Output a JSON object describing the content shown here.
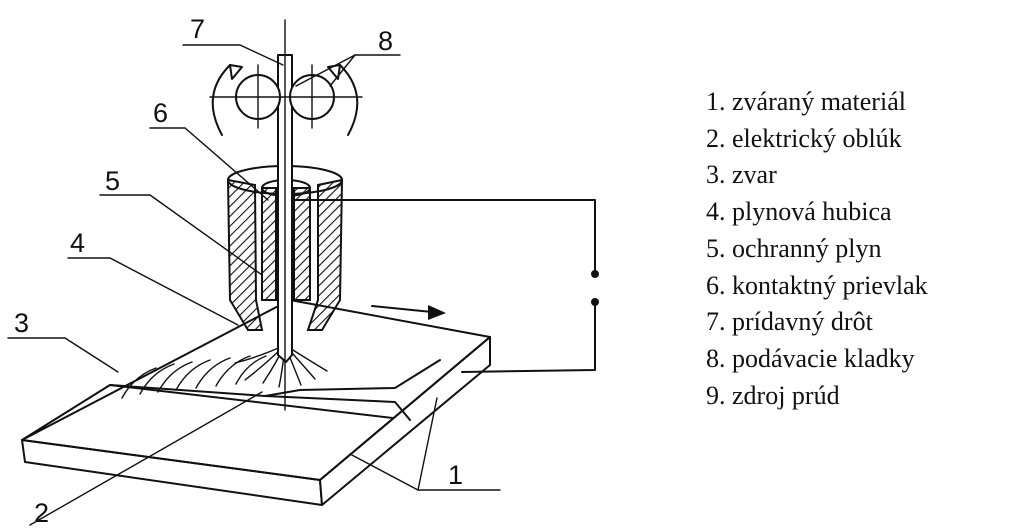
{
  "diagram": {
    "callouts": [
      "1",
      "2",
      "3",
      "4",
      "5",
      "6",
      "7",
      "8"
    ],
    "legend": [
      "1. zváraný materiál",
      "2. elektrický oblúk",
      "3. zvar",
      "4. plynová hubica",
      "5. ochranný plyn",
      "6. kontaktný prievlak",
      "7. prídavný drôt",
      "8. podávacie kladky",
      "9. zdroj prúd"
    ]
  }
}
